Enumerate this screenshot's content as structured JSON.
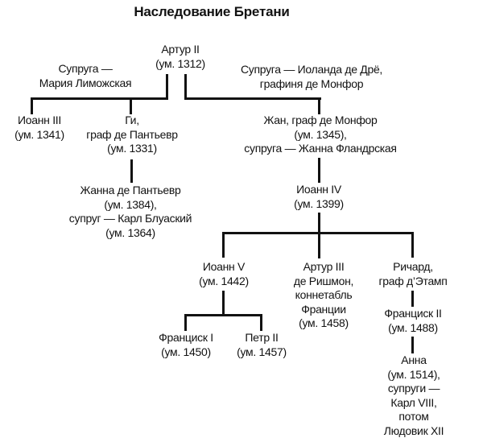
{
  "title": "Наследование Бретани",
  "nodes": {
    "arthur2": "Артур II\n(ум. 1312)",
    "spouse_maria": "Супруга —\nМария Лиможская",
    "spouse_yolanda": "Супруга — Иоланда де Дрё,\nграфиня де Монфор",
    "john3": "Иоанн III\n(ум. 1341)",
    "guy": "Ги,\nграф де Пантьевр\n(ум. 1331)",
    "jean_montfort": "Жан, граф де Монфор\n(ум. 1345),\nсупруга — Жанна Фландрская",
    "jeanne_penthievre": "Жанна де Пантьевр\n(ум. 1384),\nсупруг — Карл Блуаский\n(ум. 1364)",
    "john4": "Иоанн IV\n(ум. 1399)",
    "john5": "Иоанн V\n(ум. 1442)",
    "arthur3": "Артур III\nде Ришмон,\nконнетабль\nФранции\n(ум. 1458)",
    "richard": "Ричард,\nграф д’Этамп",
    "francis1": "Франциск I\n(ум. 1450)",
    "peter2": "Петр II\n(ум. 1457)",
    "francis2": "Франциск II\n(ум. 1488)",
    "anna": "Анна\n(ум. 1514),\nсупруги — Карл VIII,\nпотом Людовик XII"
  },
  "colors": {
    "text": "#121212",
    "line": "#121212",
    "background": "#ffffff"
  }
}
